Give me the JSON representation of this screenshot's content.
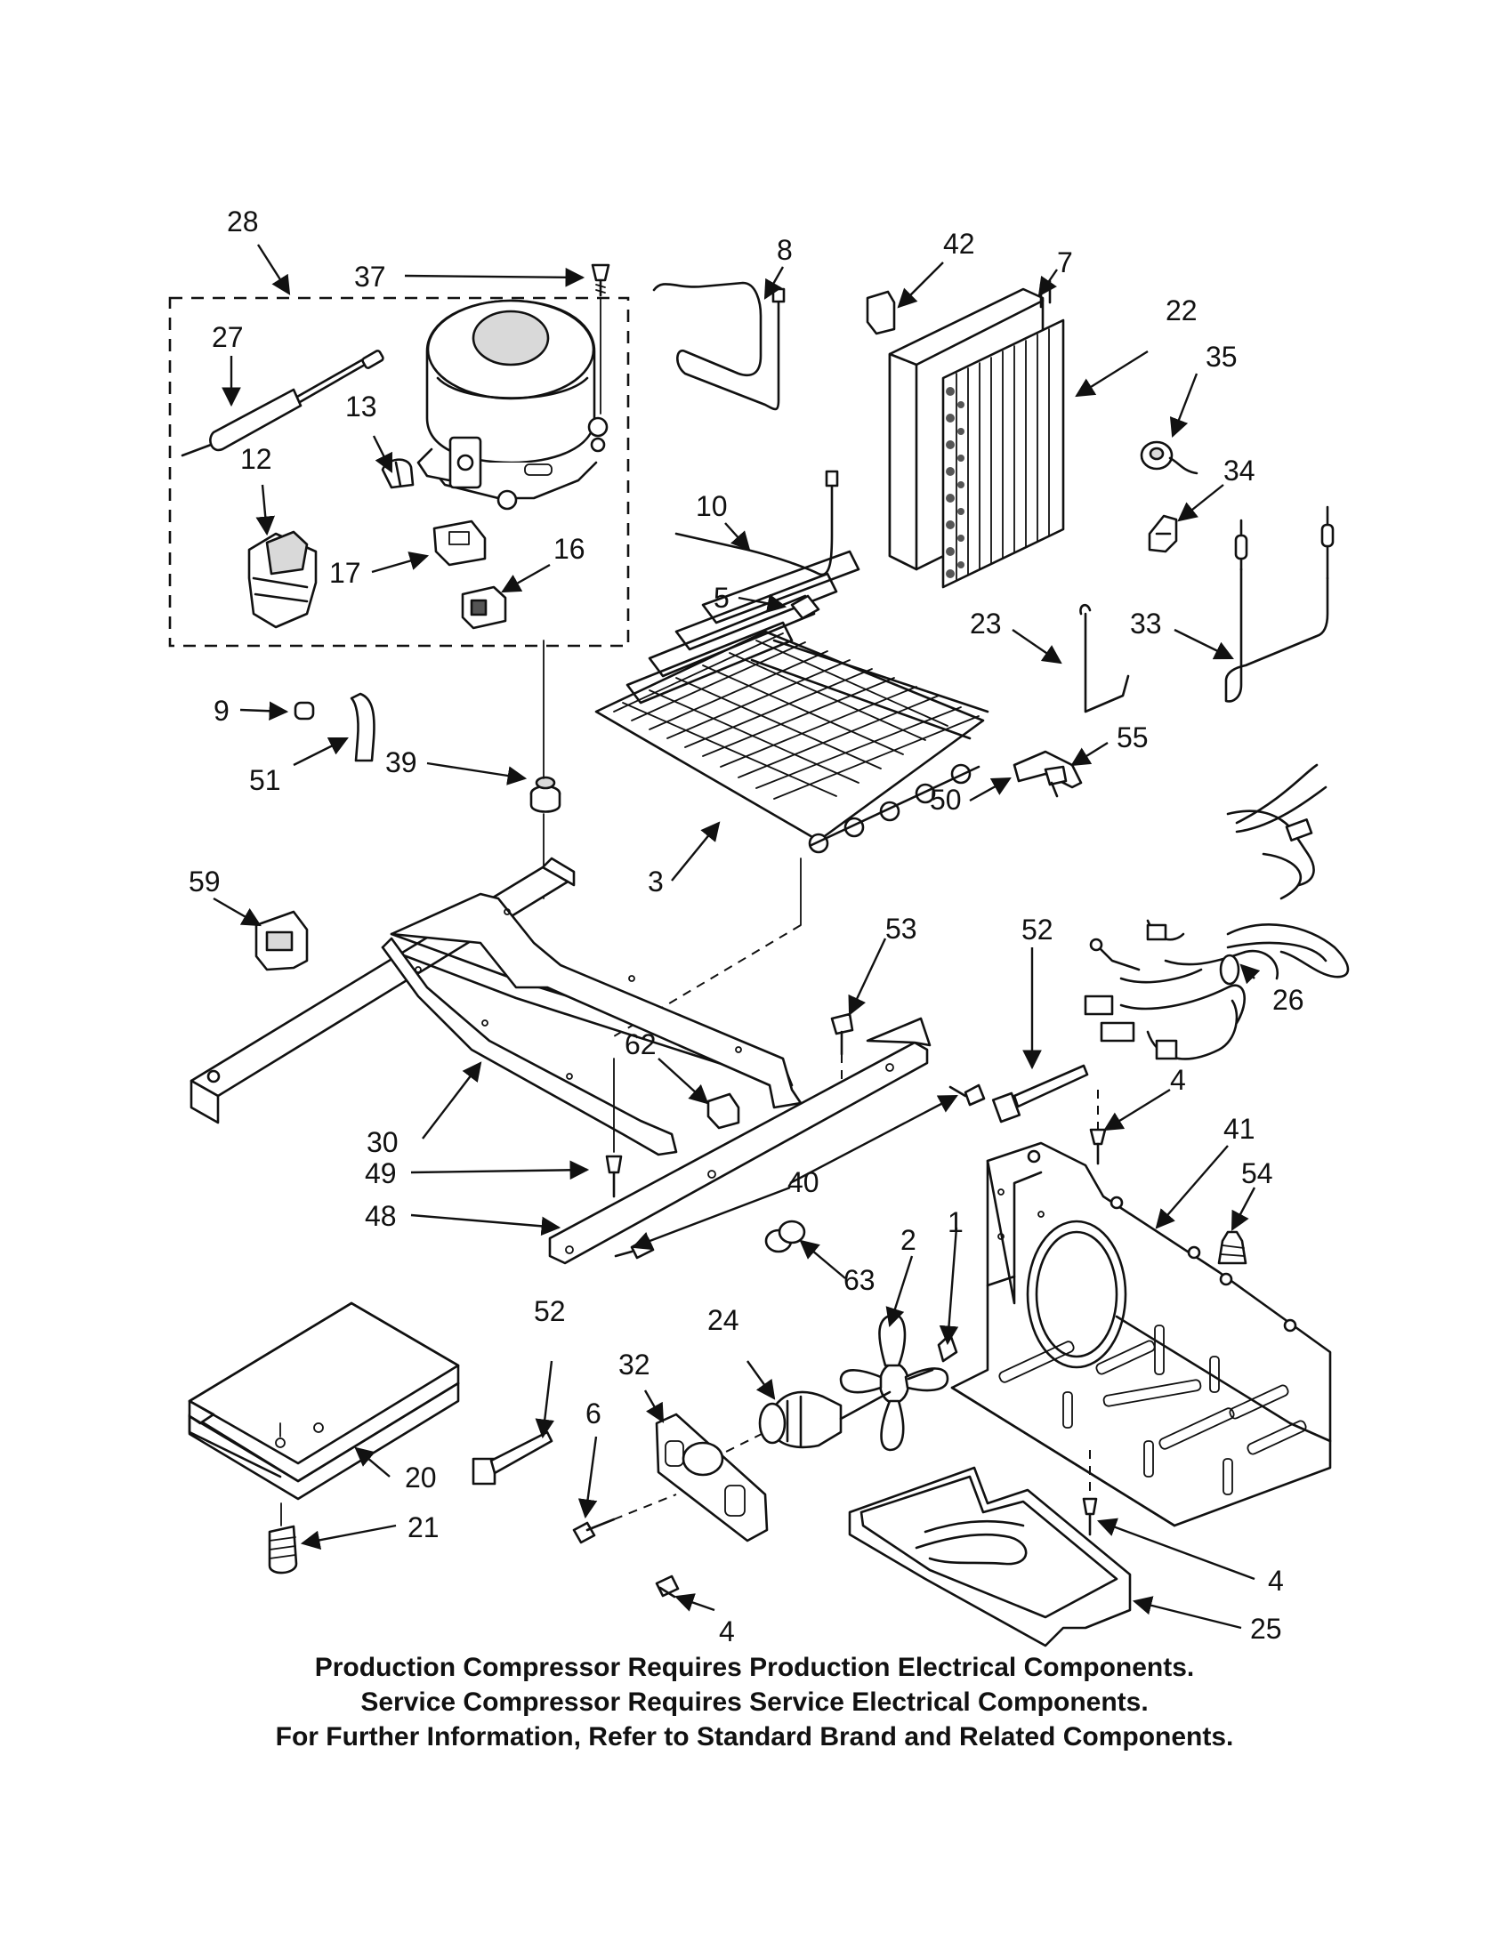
{
  "labels": {
    "l28": "28",
    "l37": "37",
    "l8": "8",
    "l42": "42",
    "l7": "7",
    "l22": "22",
    "l27": "27",
    "l35": "35",
    "l13": "13",
    "l34": "34",
    "l12": "12",
    "l10": "10",
    "l17": "17",
    "l16": "16",
    "l5": "5",
    "l23": "23",
    "l33": "33",
    "l9": "9",
    "l55": "55",
    "l51": "51",
    "l39": "39",
    "l50": "50",
    "l3": "3",
    "l59": "59",
    "l53": "53",
    "l52a": "52",
    "l26": "26",
    "l62": "62",
    "l4a": "4",
    "l41": "41",
    "l30": "30",
    "l54": "54",
    "l49": "49",
    "l40": "40",
    "l48": "48",
    "l1": "1",
    "l2": "2",
    "l63": "63",
    "l52b": "52",
    "l24": "24",
    "l32": "32",
    "l6": "6",
    "l20": "20",
    "l21": "21",
    "l4b": "4",
    "l4c": "4",
    "l25": "25"
  },
  "notes": {
    "line1": "Production Compressor Requires Production Electrical Components.",
    "line2": "Service Compressor Requires Service Electrical Components.",
    "line3": "For Further Information, Refer to Standard Brand and Related Components."
  }
}
